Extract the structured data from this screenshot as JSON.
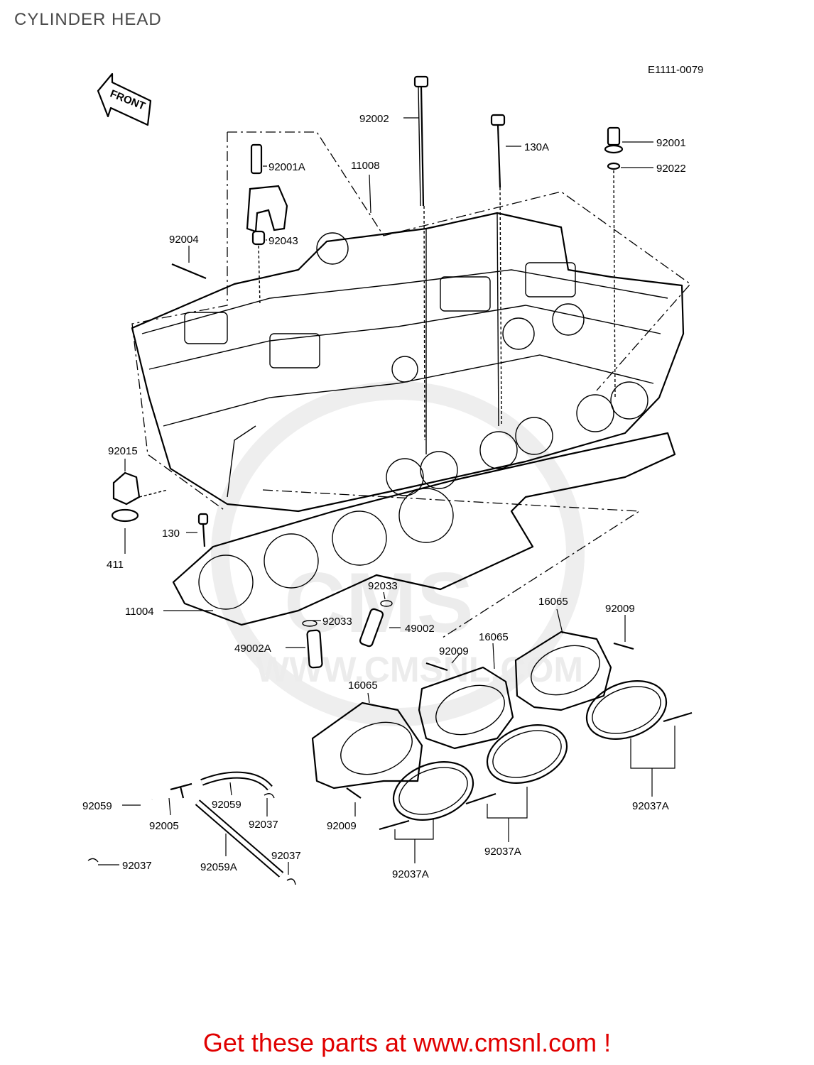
{
  "title": "CYLINDER HEAD",
  "diagram_code": "E1111-0079",
  "front_arrow_label": "FRONT",
  "watermark": {
    "brand": "CMS",
    "url": "WWW.CMSNL.COM"
  },
  "parts": {
    "p92002": "92002",
    "p130A": "130A",
    "p92001": "92001",
    "p92022": "92022",
    "p92001A": "92001A",
    "p11008": "11008",
    "p92004": "92004",
    "p92043": "92043",
    "p92015": "92015",
    "p130": "130",
    "p411": "411",
    "p11004": "11004",
    "p92033a": "92033",
    "p92033b": "92033",
    "p49002": "49002",
    "p49002A": "49002A",
    "p16065a": "16065",
    "p16065b": "16065",
    "p16065c": "16065",
    "p92009a": "92009",
    "p92009b": "92009",
    "p92009c": "92009",
    "p92037Aa": "92037A",
    "p92037Ab": "92037A",
    "p92037Ac": "92037A",
    "p92059a": "92059",
    "p92059b": "92059",
    "p92059A": "92059A",
    "p92005": "92005",
    "p92037a": "92037",
    "p92037b": "92037",
    "p92037c": "92037"
  },
  "footer": "Get these parts at www.cmsnl.com !",
  "colors": {
    "footer": "#e00000",
    "title": "#4a4a4a",
    "lines": "#000000"
  }
}
